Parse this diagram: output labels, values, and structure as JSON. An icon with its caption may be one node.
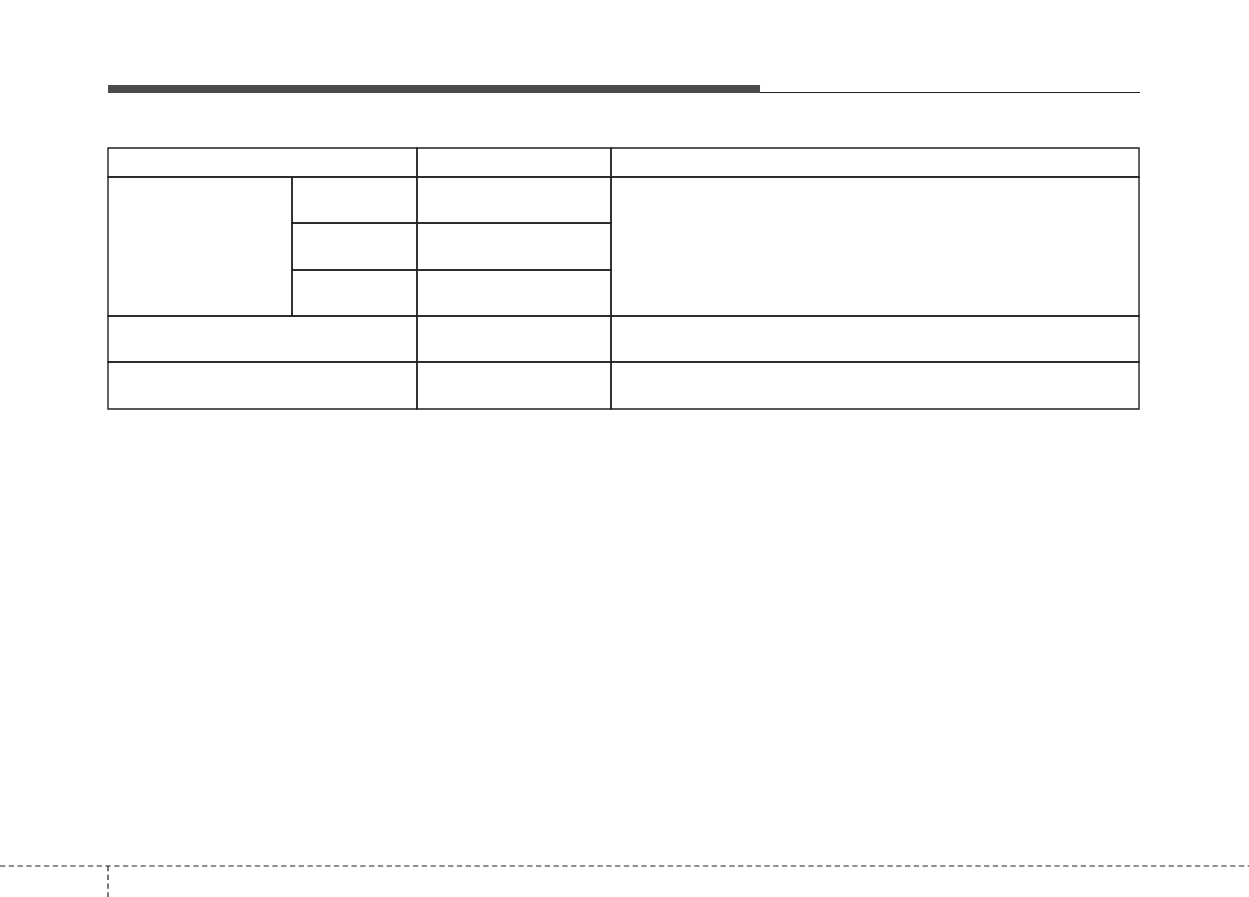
{
  "diagram": {
    "nodes": [
      {
        "text": [],
        "shape": "box"
      },
      {
        "text": [],
        "shape": "box"
      },
      {
        "text": [],
        "shape": "box"
      },
      {
        "text": [],
        "shape": "box"
      },
      {
        "text": [],
        "shape": "box"
      },
      {
        "text": [],
        "shape": "box"
      },
      {
        "text": [],
        "shape": "box"
      },
      {
        "text": [],
        "shape": "box"
      },
      {
        "text": [],
        "shape": "box"
      },
      {
        "text": [],
        "shape": "box"
      },
      {
        "text": [],
        "shape": "box"
      },
      {
        "text": [],
        "shape": "box"
      },
      {
        "text": [],
        "shape": "box"
      },
      {
        "text": [],
        "shape": "box"
      },
      {
        "text": [],
        "shape": "box"
      },
      {
        "text": [],
        "shape": "box"
      },
      {
        "text": [],
        "shape": "box"
      }
    ]
  }
}
